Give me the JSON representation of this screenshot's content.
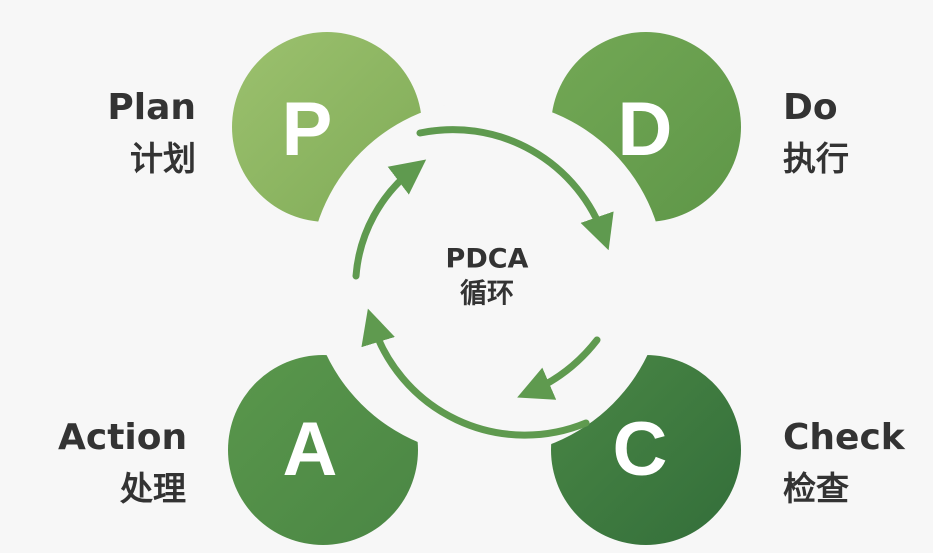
{
  "center": {
    "line1": "PDCA",
    "line2": "循环"
  },
  "stages": [
    {
      "key": "plan",
      "letter": "P",
      "en": "Plan",
      "zh": "计划",
      "color": "#8db663"
    },
    {
      "key": "do",
      "letter": "D",
      "en": "Do",
      "zh": "执行",
      "color": "#6aa14f"
    },
    {
      "key": "check",
      "letter": "C",
      "en": "Check",
      "zh": "检查",
      "color": "#3f7c40"
    },
    {
      "key": "action",
      "letter": "A",
      "en": "Action",
      "zh": "处理",
      "color": "#52904a"
    }
  ],
  "colors": {
    "background": "#f7f7f7",
    "ring": "#ffffff",
    "arrow": "#5f9a4f",
    "text": "#333333"
  }
}
